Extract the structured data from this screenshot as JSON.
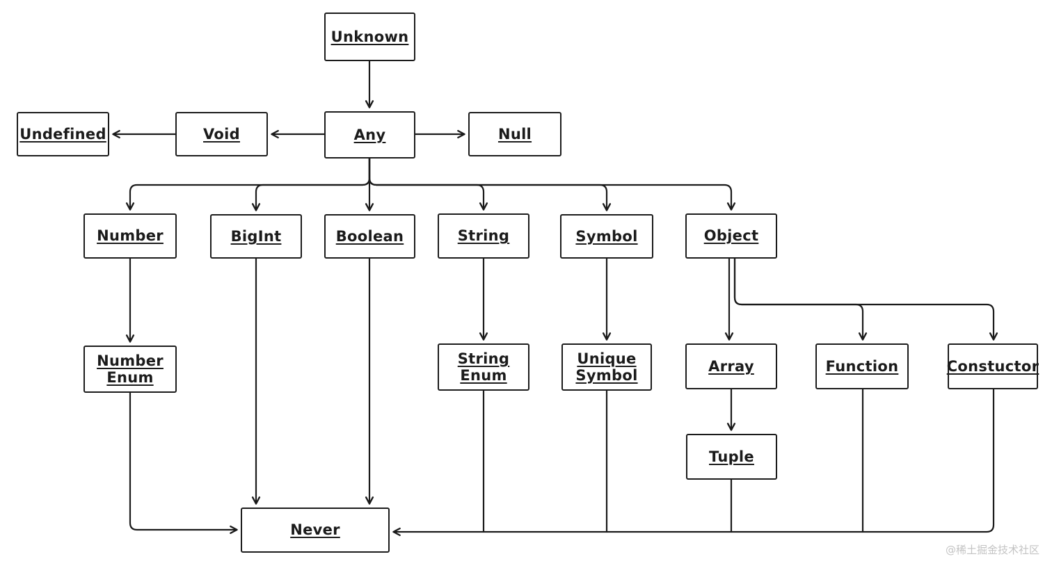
{
  "nodes": {
    "unknown": {
      "label": "Unknown"
    },
    "undefined": {
      "label": "Undefined"
    },
    "void": {
      "label": "Void"
    },
    "any": {
      "label": "Any"
    },
    "null": {
      "label": "Null"
    },
    "number": {
      "label": "Number"
    },
    "bigint": {
      "label": "BigInt"
    },
    "boolean": {
      "label": "Boolean"
    },
    "string": {
      "label": "String"
    },
    "symbol": {
      "label": "Symbol"
    },
    "object": {
      "label": "Object"
    },
    "number_enum": {
      "label": "Number Enum"
    },
    "string_enum": {
      "label": "String Enum"
    },
    "unique_symbol": {
      "label": "Unique Symbol"
    },
    "array": {
      "label": "Array"
    },
    "function": {
      "label": "Function"
    },
    "constructor": {
      "label": "Constuctor"
    },
    "tuple": {
      "label": "Tuple"
    },
    "never": {
      "label": "Never"
    }
  },
  "edges": [
    {
      "from": "Unknown",
      "to": "Any"
    },
    {
      "from": "Any",
      "to": "Void"
    },
    {
      "from": "Void",
      "to": "Undefined"
    },
    {
      "from": "Any",
      "to": "Null"
    },
    {
      "from": "Any",
      "to": "Number"
    },
    {
      "from": "Any",
      "to": "BigInt"
    },
    {
      "from": "Any",
      "to": "Boolean"
    },
    {
      "from": "Any",
      "to": "String"
    },
    {
      "from": "Any",
      "to": "Symbol"
    },
    {
      "from": "Any",
      "to": "Object"
    },
    {
      "from": "Number",
      "to": "Number Enum"
    },
    {
      "from": "String",
      "to": "String Enum"
    },
    {
      "from": "Symbol",
      "to": "Unique Symbol"
    },
    {
      "from": "Object",
      "to": "Array"
    },
    {
      "from": "Object",
      "to": "Function"
    },
    {
      "from": "Object",
      "to": "Constuctor"
    },
    {
      "from": "Array",
      "to": "Tuple"
    },
    {
      "from": "Number Enum",
      "to": "Never"
    },
    {
      "from": "BigInt",
      "to": "Never"
    },
    {
      "from": "Boolean",
      "to": "Never"
    },
    {
      "from": "String Enum",
      "to": "Never"
    },
    {
      "from": "Unique Symbol",
      "to": "Never"
    },
    {
      "from": "Tuple",
      "to": "Never"
    },
    {
      "from": "Function",
      "to": "Never"
    },
    {
      "from": "Constuctor",
      "to": "Never"
    }
  ],
  "watermark": "@稀土掘金技术社区",
  "colors": {
    "stroke": "#1a1a1a",
    "background": "#ffffff",
    "watermark": "#c3c3c3"
  }
}
